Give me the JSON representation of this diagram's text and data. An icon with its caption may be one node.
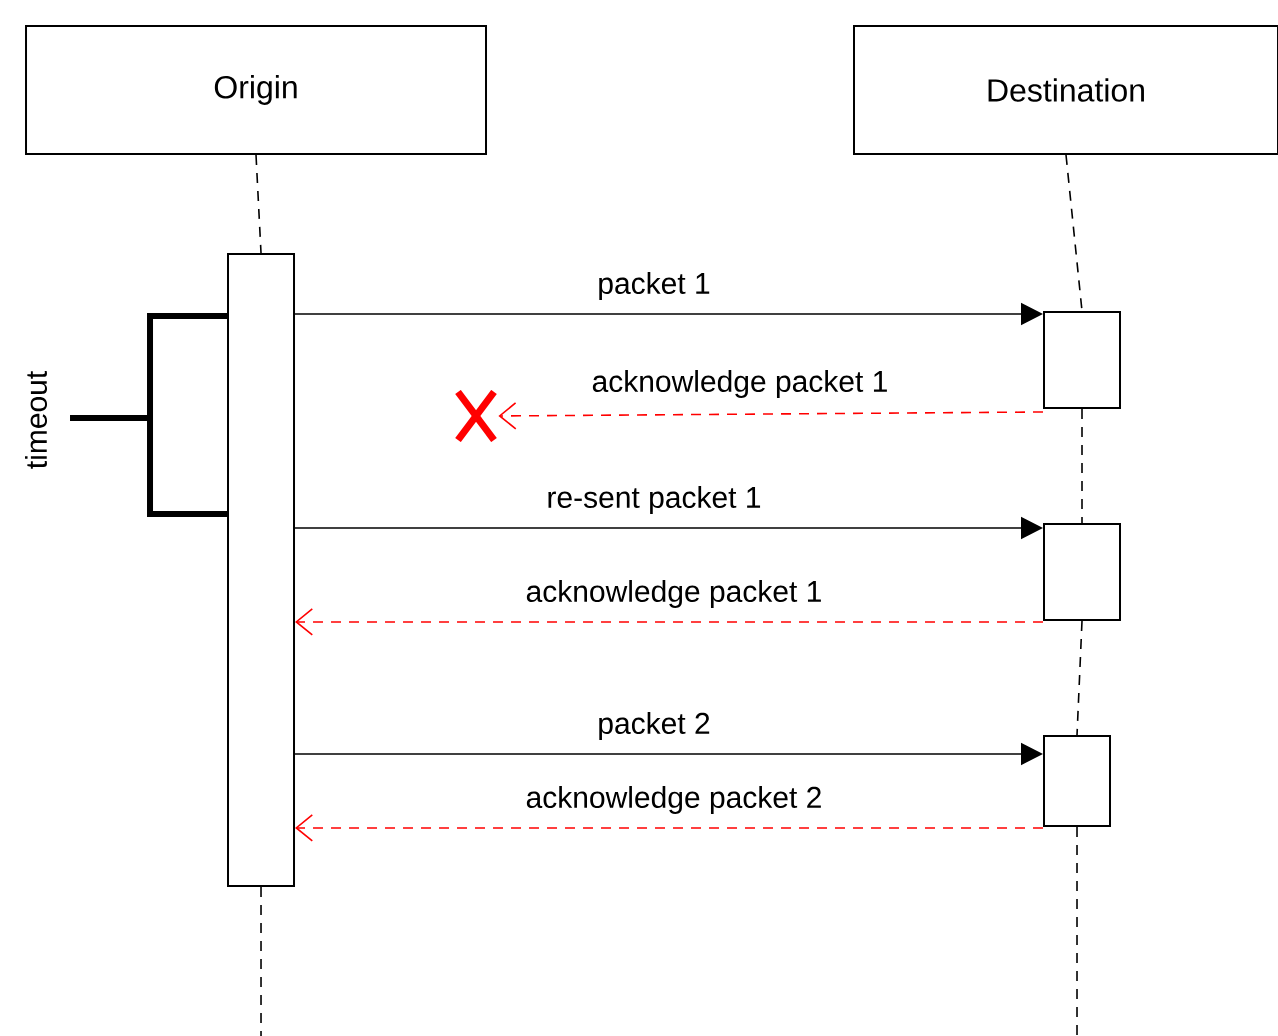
{
  "diagram": {
    "nodes": [
      {
        "text": [
          "Origin"
        ]
      },
      {
        "text": [
          "Destination"
        ]
      },
      {
        "text": [],
        "shape": "bar"
      },
      {
        "text": [],
        "shape": "bar"
      },
      {
        "text": [],
        "shape": "bar"
      },
      {
        "text": [],
        "shape": "bar"
      },
      {
        "text": [],
        "shape": "cross"
      }
    ],
    "edges": [
      {
        "from": 0,
        "to": 2,
        "arrow": "none",
        "style": "dashed"
      },
      {
        "from": 2,
        "to": null,
        "arrow": "none",
        "style": "dashed"
      },
      {
        "from": 1,
        "to": 3,
        "arrow": "none",
        "style": "dashed"
      },
      {
        "from": 3,
        "to": 4,
        "arrow": "none",
        "style": "dashed"
      },
      {
        "from": 4,
        "to": 5,
        "arrow": "none",
        "style": "dashed"
      },
      {
        "from": 5,
        "to": null,
        "arrow": "none",
        "style": "dashed"
      },
      {
        "from": 2,
        "to": 3,
        "arrow": "to",
        "label": "packet 1"
      },
      {
        "from": 3,
        "to": 6,
        "arrow": "to",
        "label": "acknowledge packet 1",
        "style": "dashed",
        "color": "#ff0000"
      },
      {
        "from": 2,
        "to": 4,
        "arrow": "to",
        "label": "re-sent packet 1"
      },
      {
        "from": 4,
        "to": 2,
        "arrow": "to",
        "label": "acknowledge packet 1",
        "style": "dashed",
        "color": "#ff0000"
      },
      {
        "from": 2,
        "to": 5,
        "arrow": "to",
        "label": "packet 2"
      },
      {
        "from": 5,
        "to": 2,
        "arrow": "to",
        "label": "acknowledge packet 2",
        "style": "dashed",
        "color": "#ff0000"
      }
    ],
    "labels": [
      "timeout"
    ]
  }
}
